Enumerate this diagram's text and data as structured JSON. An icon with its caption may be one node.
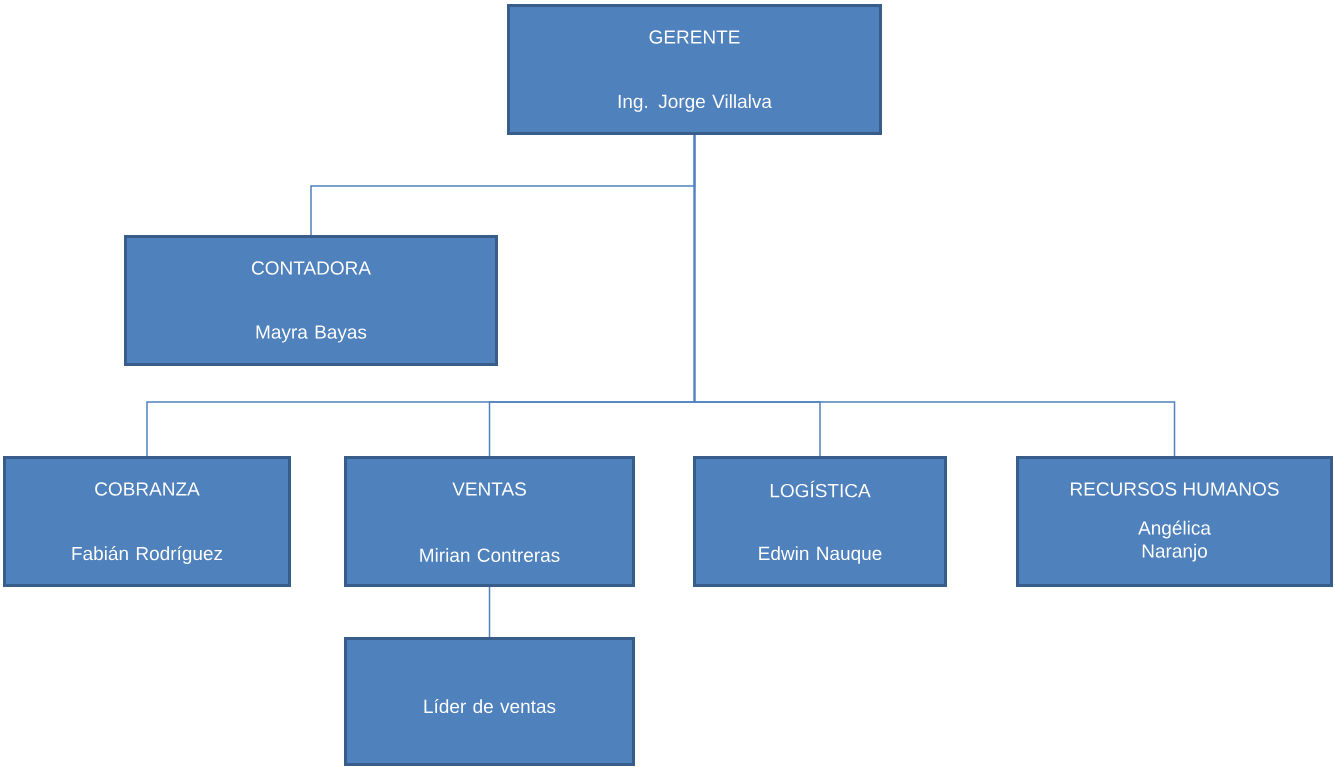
{
  "diagram": {
    "nodes": [
      {
        "text": [
          "GERENTE",
          "Ing. Jorge Villalva"
        ]
      },
      {
        "text": [
          "CONTADORA",
          "Mayra Bayas"
        ]
      },
      {
        "text": [
          "COBRANZA",
          "Fabián Rodríguez"
        ]
      },
      {
        "text": [
          "VENTAS",
          "Mirian Contreras"
        ]
      },
      {
        "text": [
          "LOGÍSTICA",
          "Edwin Nauque"
        ]
      },
      {
        "text": [
          "RECURSOS HUMANOS",
          "Angélica Naranjo"
        ]
      },
      {
        "text": [
          "Líder de ventas"
        ]
      }
    ],
    "edges": [
      {
        "from": 0,
        "to": 1,
        "arrow": "none"
      },
      {
        "from": 0,
        "to": 2,
        "arrow": "none"
      },
      {
        "from": 0,
        "to": 3,
        "arrow": "none"
      },
      {
        "from": 0,
        "to": 4,
        "arrow": "none"
      },
      {
        "from": 0,
        "to": 5,
        "arrow": "none"
      },
      {
        "from": 3,
        "to": 6,
        "arrow": "none"
      }
    ]
  }
}
